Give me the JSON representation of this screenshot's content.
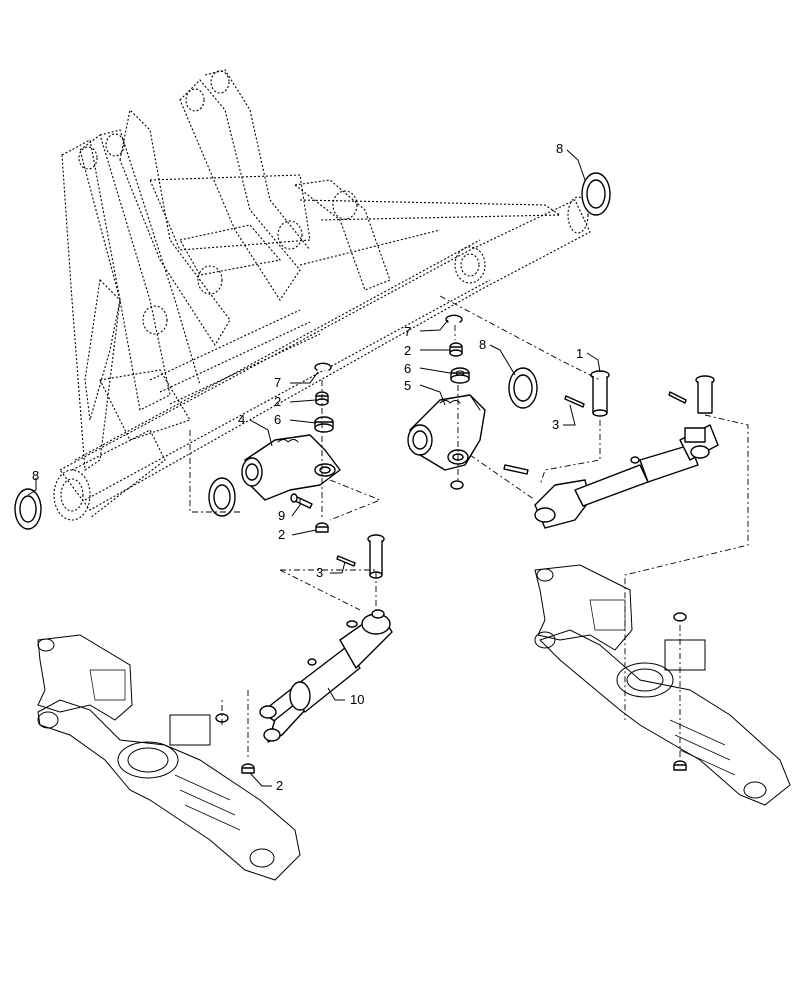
{
  "diagram": {
    "callouts": {
      "c8_right": "8",
      "c8_left": "8",
      "c7_right": "7",
      "c2_right": "2",
      "c8_mid": "8",
      "c1": "1",
      "c6_right": "6",
      "c5": "5",
      "c3_right": "3",
      "c7_left": "7",
      "c2_left": "2",
      "c4": "4",
      "c6_left": "6",
      "c9": "9",
      "c2_lower": "2",
      "c3_left": "3",
      "c10": "10",
      "c2_bottom": "2"
    }
  }
}
